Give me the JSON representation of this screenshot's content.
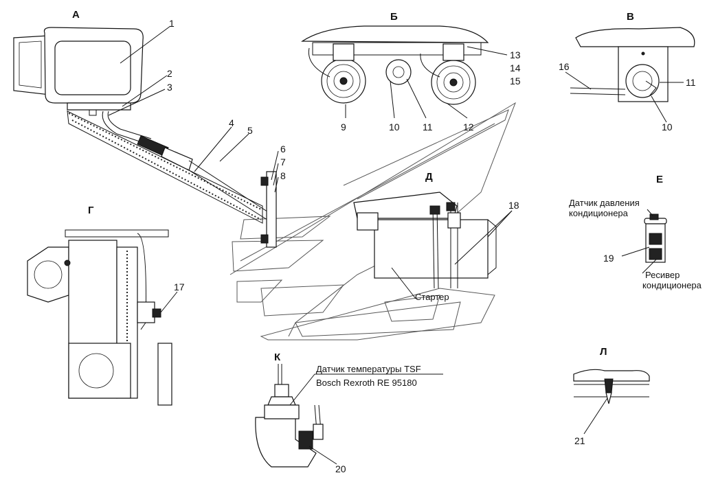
{
  "views": {
    "a": "А",
    "b": "Б",
    "v": "В",
    "g": "Г",
    "d": "Д",
    "e": "Е",
    "k": "К",
    "l": "Л"
  },
  "parts": {
    "p1": "1",
    "p2": "2",
    "p3": "3",
    "p4": "4",
    "p5": "5",
    "p6": "6",
    "p7": "7",
    "p8": "8",
    "p9": "9",
    "p10": "10",
    "p11": "11",
    "p12": "12",
    "p13": "13",
    "p14": "14",
    "p15": "15",
    "p16": "16",
    "p17": "17",
    "p18": "18",
    "p19": "19",
    "p20": "20",
    "p21": "21"
  },
  "captions": {
    "starter": "Стартер",
    "pressure_sensor_line1": "Датчик давления",
    "pressure_sensor_line2": "кондиционера",
    "receiver_line1": "Ресивер",
    "receiver_line2": "кондиционера",
    "tsf_line1": "Датчик температуры TSF",
    "tsf_line2": "Bosch Rexroth RE 95180"
  },
  "colors": {
    "line": "#111111",
    "background": "#ffffff"
  }
}
